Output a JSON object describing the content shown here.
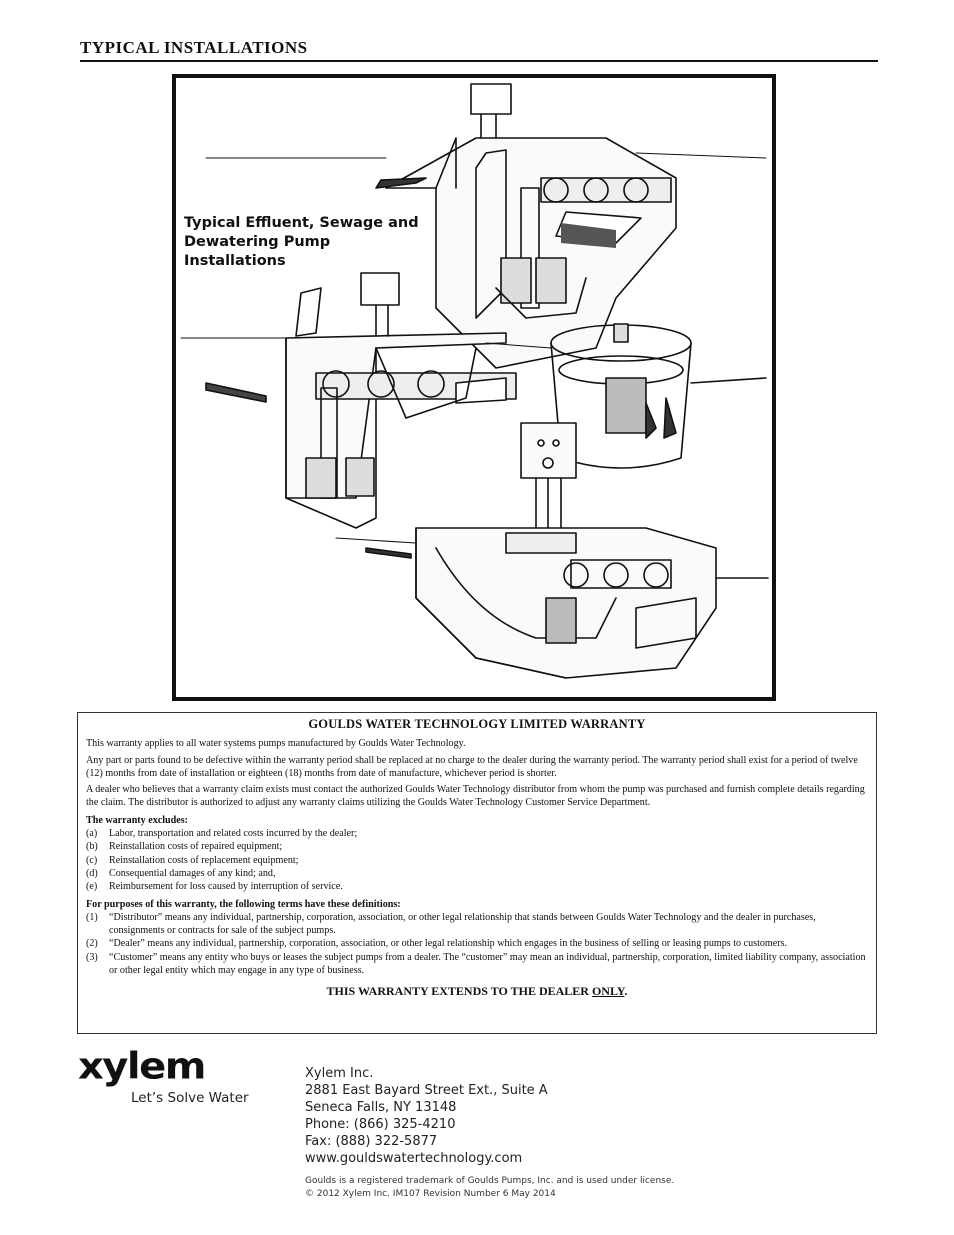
{
  "header": {
    "title": "TYPICAL INSTALLATIONS"
  },
  "figure": {
    "caption_line1": "Typical Effluent, Sewage and",
    "caption_line2": "Dewatering Pump Installations"
  },
  "warranty": {
    "title": "GOULDS WATER TECHNOLOGY LIMITED WARRANTY",
    "p1": "This warranty applies to all water systems pumps manufactured by Goulds Water Technology.",
    "p2": "Any part or parts found to be defective within the warranty period shall be replaced at no charge to the dealer during the warranty period. The warranty period shall exist for a period of twelve (12) months from date of installation or eighteen (18) months from date of manufacture, whichever period is shorter.",
    "p3": "A dealer who believes that a warranty claim exists must contact the authorized Goulds Water Technology distributor from whom the pump was purchased and furnish complete details regarding the claim. The distributor is authorized to adjust any warranty claims utilizing the Goulds Water Technology Customer Service Department.",
    "excludes_heading": "The warranty excludes:",
    "excludes": [
      {
        "label": "(a)",
        "text": "Labor, transportation and related costs incurred by the dealer;"
      },
      {
        "label": "(b)",
        "text": "Reinstallation costs of repaired equipment;"
      },
      {
        "label": "(c)",
        "text": "Reinstallation costs of replacement equipment;"
      },
      {
        "label": "(d)",
        "text": "Consequential damages of any kind; and,"
      },
      {
        "label": "(e)",
        "text": "Reimbursement for loss caused by interruption of service."
      }
    ],
    "definitions_heading": "For purposes of this warranty, the following terms have these definitions:",
    "definitions": [
      {
        "label": "(1)",
        "text": "“Distributor” means any individual, partnership, corporation, association, or other legal relationship that stands between Goulds Water Technology and the dealer in purchases, consignments or contracts for sale of the subject pumps."
      },
      {
        "label": "(2)",
        "text": "“Dealer” means any individual, partnership, corporation, association, or other legal relationship which engages in the business of selling or leasing pumps to customers."
      },
      {
        "label": "(3)",
        "text": "“Customer” means any entity who buys or leases the subject pumps from a dealer. The “customer” may mean an individual, partnership, corporation, limited liability company, association or other legal entity which may engage in any type of business."
      }
    ],
    "footer_prefix": "THIS WARRANTY EXTENDS TO THE DEALER ",
    "footer_emphasis": "ONLY",
    "footer_suffix": "."
  },
  "logo": {
    "wordmark": "xylem",
    "tagline": "Let’s Solve Water"
  },
  "address": {
    "company": "Xylem Inc.",
    "street": "2881 East Bayard Street Ext., Suite A",
    "city": "Seneca Falls, NY 13148",
    "phone": "Phone: (866) 325-4210",
    "fax": "Fax: (888) 322-5877",
    "web": "www.gouldswatertechnology.com"
  },
  "fine_print": {
    "trademark": "Goulds is a registered trademark of Goulds Pumps, Inc. and is used under license.",
    "copyright": "© 2012 Xylem Inc.  IM107 Revision Number 6   May 2014"
  }
}
